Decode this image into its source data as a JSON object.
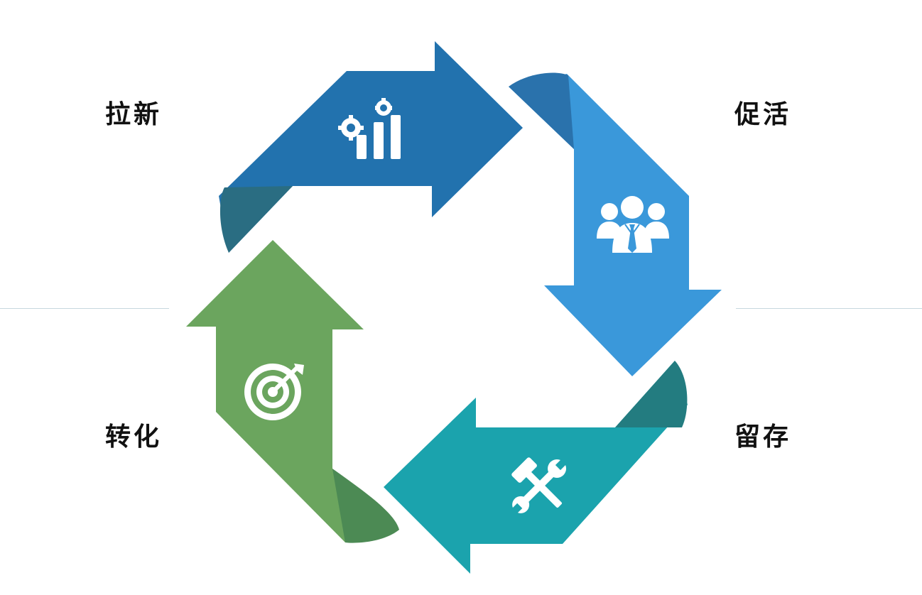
{
  "stages": [
    {
      "label": "拉新",
      "color": "#2272ae",
      "fold_color": "#2a6d82",
      "icon": "gear-bar-chart-icon"
    },
    {
      "label": "促活",
      "color": "#3a98da",
      "fold_color": "#2a72ac",
      "icon": "business-team-icon"
    },
    {
      "label": "留存",
      "color": "#1ba3ad",
      "fold_color": "#237c80",
      "icon": "hammer-wrench-icon"
    },
    {
      "label": "转化",
      "color": "#6ba55e",
      "fold_color": "#4c8a54",
      "icon": "target-arrow-icon"
    }
  ]
}
